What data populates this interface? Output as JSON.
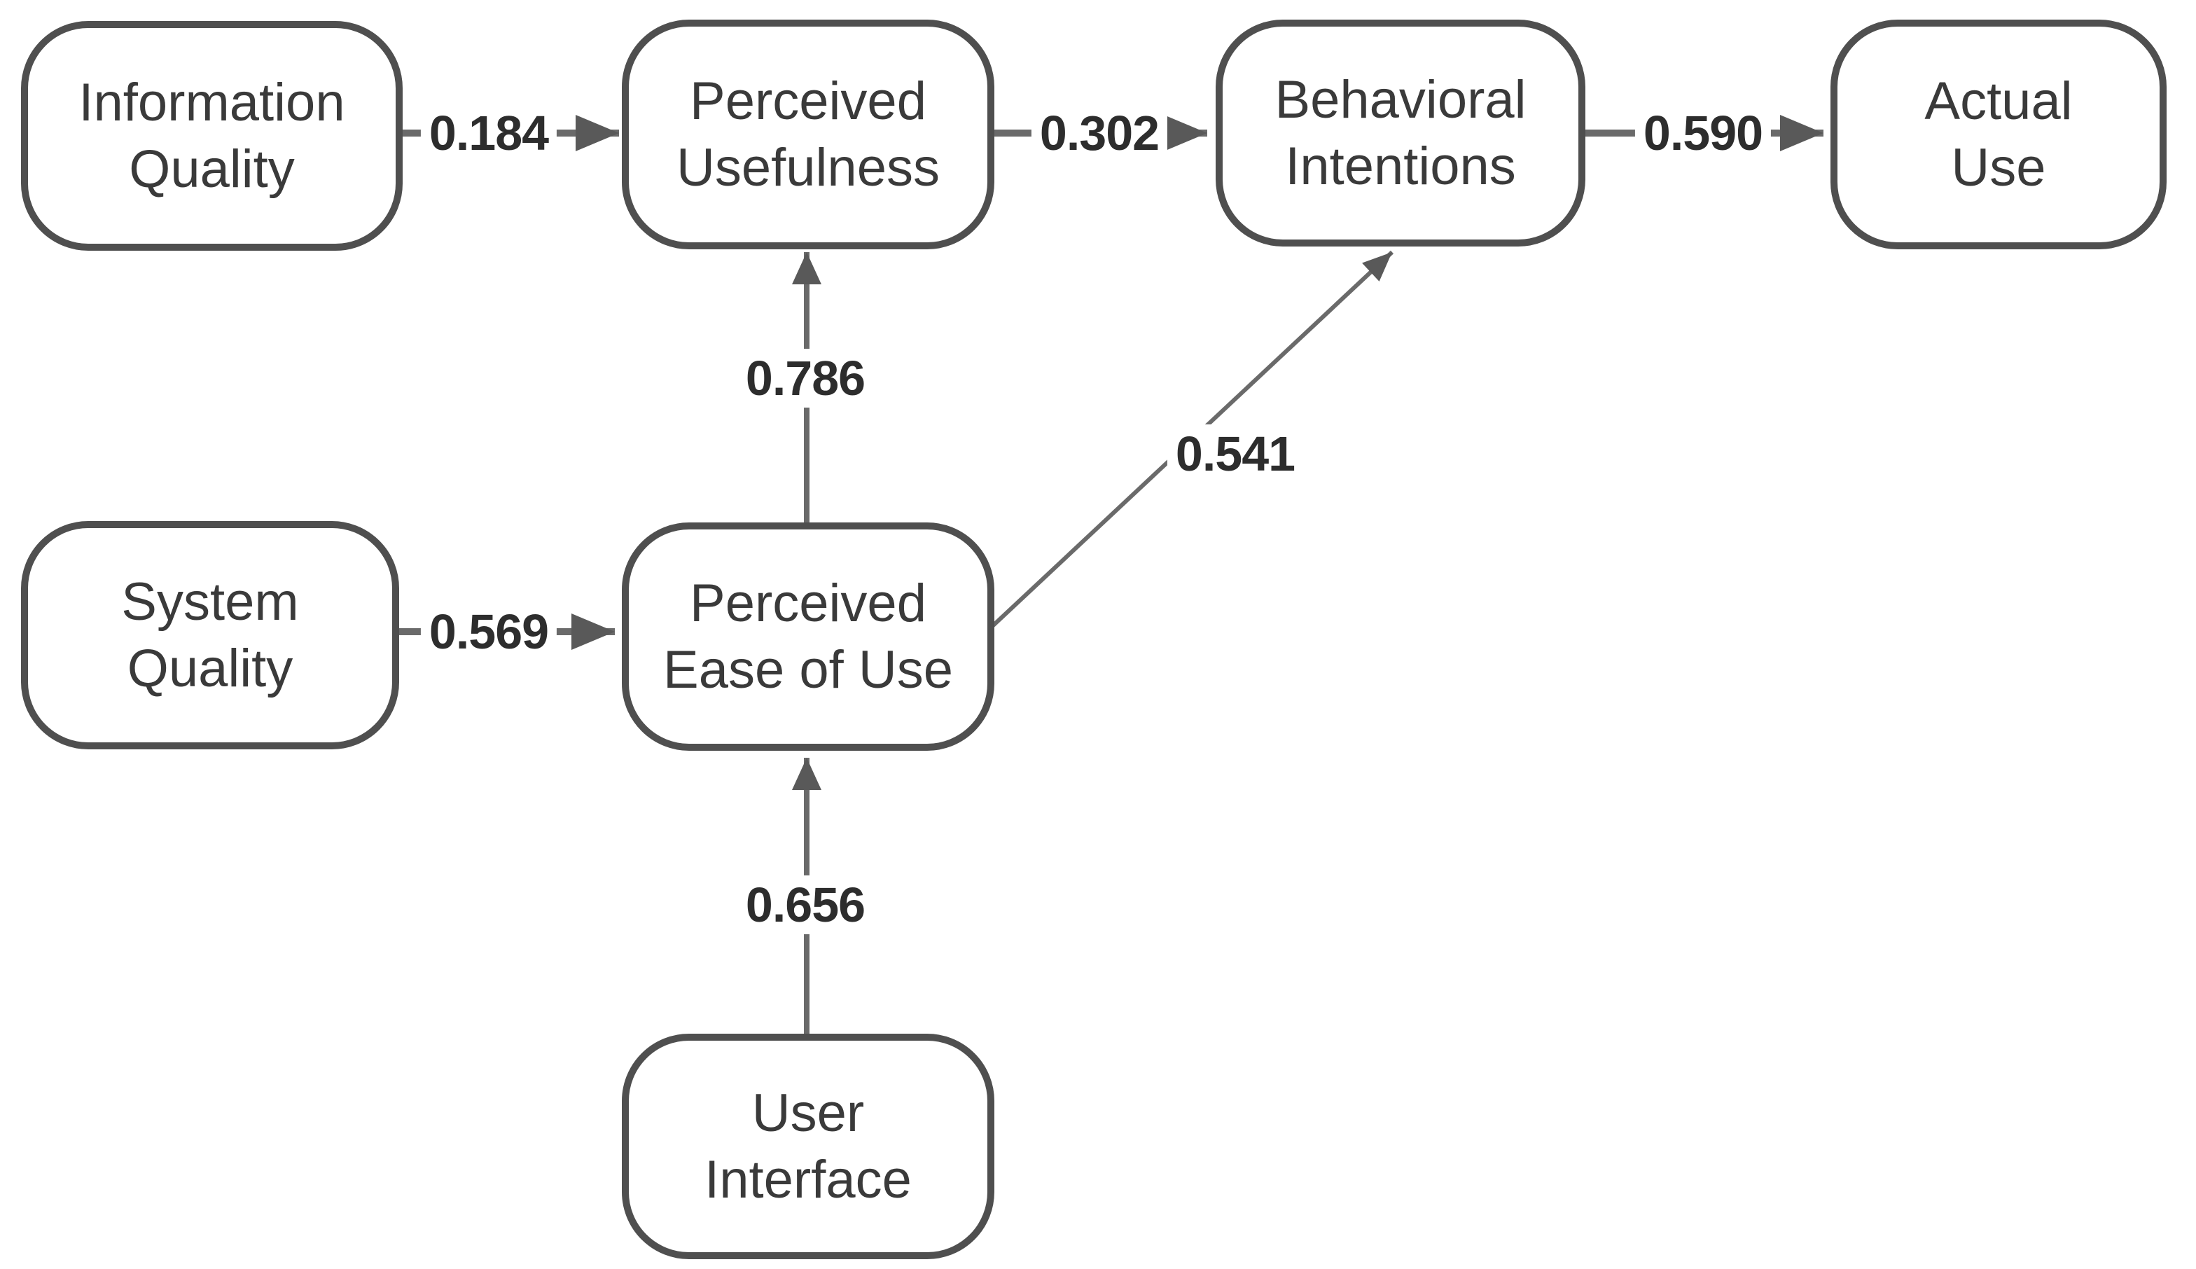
{
  "diagram": {
    "kind": "path-model",
    "nodes": [
      {
        "id": "information-quality",
        "label": "Information\nQuality"
      },
      {
        "id": "perceived-usefulness",
        "label": "Perceived\nUsefulness"
      },
      {
        "id": "behavioral-intentions",
        "label": "Behavioral\nIntentions"
      },
      {
        "id": "actual-use",
        "label": "Actual\nUse"
      },
      {
        "id": "system-quality",
        "label": "System\nQuality"
      },
      {
        "id": "perceived-ease-of-use",
        "label": "Perceived\nEase of Use"
      },
      {
        "id": "user-interface",
        "label": "User\nInterface"
      }
    ],
    "edges": [
      {
        "from": "information-quality",
        "to": "perceived-usefulness",
        "weight": "0.184"
      },
      {
        "from": "perceived-usefulness",
        "to": "behavioral-intentions",
        "weight": "0.302"
      },
      {
        "from": "behavioral-intentions",
        "to": "actual-use",
        "weight": "0.590"
      },
      {
        "from": "perceived-ease-of-use",
        "to": "perceived-usefulness",
        "weight": "0.786"
      },
      {
        "from": "perceived-ease-of-use",
        "to": "behavioral-intentions",
        "weight": "0.541"
      },
      {
        "from": "system-quality",
        "to": "perceived-ease-of-use",
        "weight": "0.569"
      },
      {
        "from": "user-interface",
        "to": "perceived-ease-of-use",
        "weight": "0.656"
      }
    ],
    "colors": {
      "node_border": "#4f4f4f",
      "node_fill": "#ffffff",
      "node_text": "#3a3a3a",
      "arrow_shaft": "#6a6a6a",
      "arrow_head": "#595959",
      "label_text": "#2d2d2d",
      "background": "#ffffff"
    }
  }
}
